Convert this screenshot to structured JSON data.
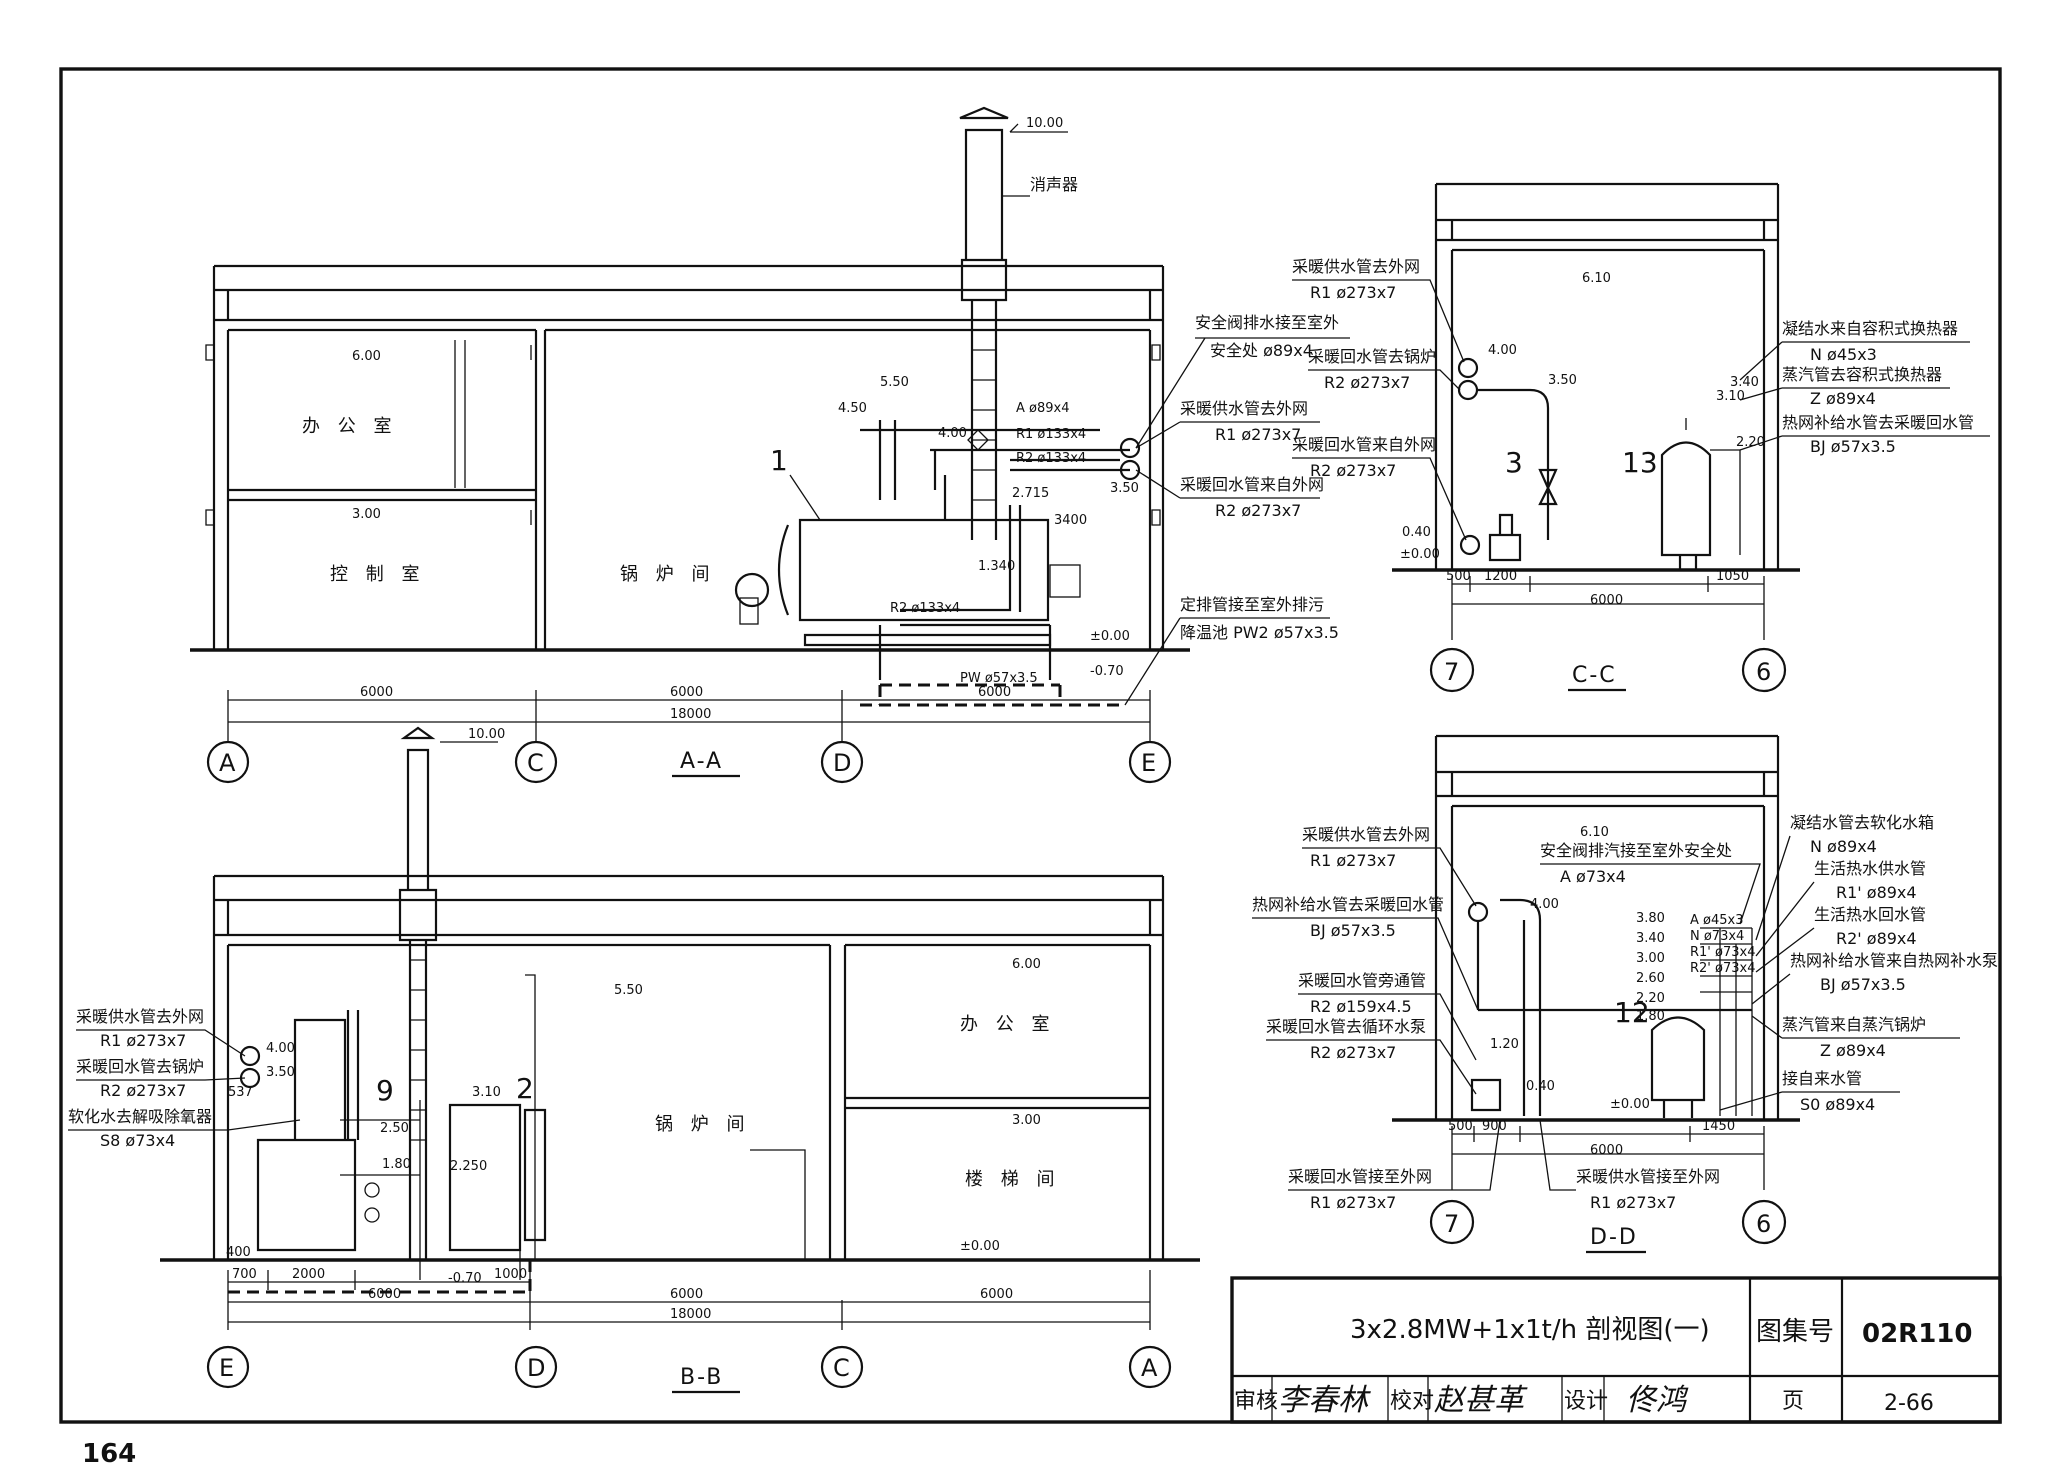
{
  "page_number": "164",
  "title_block": {
    "drawing_title": "3x2.8MW+1x1t/h 剖视图(一)",
    "atlas_label": "图集号",
    "atlas_no": "02R110",
    "review_label": "审核",
    "review_sig": "李春林",
    "check_label": "校对",
    "check_sig": "赵甚革",
    "design_label": "设计",
    "design_sig": "佟鸿",
    "page_label": "页",
    "page_no": "2-66"
  },
  "sections": {
    "aa": {
      "name": "A-A",
      "axes": [
        "A",
        "C",
        "D",
        "E"
      ],
      "rooms": [
        "办 公 室",
        "控 制 室",
        "锅 炉 间"
      ],
      "elev": {
        "chimney_top": "10.00",
        "roof": "6.00",
        "floor2": "3.00",
        "mid": "5.50",
        "pipe1": "4.50",
        "pipe2": "4.00",
        "pipe3": "3.50",
        "boiler": "2.715",
        "base": "1.340",
        "ground": "±0.00",
        "pit": "-0.70"
      },
      "dims": {
        "d1": "6000",
        "d2": "6000",
        "d3": "6000",
        "total": "18000",
        "span": "3400"
      },
      "pipe_labels": {
        "a": "A  ø89x4",
        "r1": "R1  ø133x4",
        "r2": "R2  ø133x4",
        "r2b": "R2  ø133x4",
        "pw": "PW ø57x3.5"
      },
      "silencer": "消声器",
      "item_no": "1",
      "callouts": [
        {
          "t1": "安全阀排水接至室外",
          "t2": "安全处   ø89x4"
        },
        {
          "t1": "采暖供水管去外网",
          "t2": "R1   ø273x7"
        },
        {
          "t1": "采暖回水管来自外网",
          "t2": "R2   ø273x7"
        },
        {
          "t1": "定排管接至室外排污",
          "t2": "降温池 PW2 ø57x3.5"
        }
      ]
    },
    "bb": {
      "name": "B-B",
      "axes": [
        "E",
        "D",
        "C",
        "A"
      ],
      "rooms": [
        "锅 炉 间",
        "办 公 室",
        "楼 梯 间"
      ],
      "elev": {
        "chimney_top": "10.00",
        "mid": "5.50",
        "roof": "6.00",
        "floor2": "3.00",
        "ground": "±0.00",
        "e1": "4.00",
        "e2": "3.50",
        "e3": "537",
        "e4": "3.10",
        "e5": "2.50",
        "e6": "1.80",
        "e7": "2.250",
        "pit": "-0.70",
        "e8": "400"
      },
      "dims": {
        "d700": "700",
        "d2000": "2000",
        "d1000": "1000",
        "d6000a": "6000",
        "d6000b": "6000",
        "d6000c": "6000",
        "total": "18000"
      },
      "item_nos": [
        "9",
        "2"
      ],
      "callouts": [
        {
          "t1": "采暖供水管去外网",
          "t2": "R1   ø273x7"
        },
        {
          "t1": "采暖回水管去锅炉",
          "t2": "R2   ø273x7"
        },
        {
          "t1": "软化水去解吸除氧器",
          "t2": "S8   ø73x4"
        }
      ]
    },
    "cc": {
      "name": "C-C",
      "axes": [
        "7",
        "6"
      ],
      "elev": {
        "roof": "6.10",
        "e1": "4.00",
        "e2": "3.50",
        "e3": "3.40",
        "e4": "3.10",
        "e5": "2.20",
        "e6": "0.40",
        "ground": "±0.00"
      },
      "dims": {
        "d500": "500",
        "d1200": "1200",
        "d1050": "1050",
        "total": "6000"
      },
      "item_nos": [
        "3",
        "13"
      ],
      "callouts": [
        {
          "t1": "采暖供水管去外网",
          "t2": "R1   ø273x7"
        },
        {
          "t1": "采暖回水管去锅炉",
          "t2": "R2   ø273x7"
        },
        {
          "t1": "采暖回水管来自外网",
          "t2": "R2   ø273x7"
        },
        {
          "t1": "凝结水来自容积式换热器",
          "t2": "N    ø45x3"
        },
        {
          "t1": "蒸汽管去容积式换热器",
          "t2": "Z    ø89x4"
        },
        {
          "t1": "热网补给水管去采暖回水管",
          "t2": "BJ   ø57x3.5"
        }
      ]
    },
    "dd": {
      "name": "D-D",
      "axes": [
        "7",
        "6"
      ],
      "elev": {
        "roof": "6.10",
        "e1": "4.00",
        "e2": "3.80",
        "e3": "3.40",
        "e4": "3.00",
        "e5": "2.60",
        "e6": "2.20",
        "e7": "1.80",
        "e8": "1.20",
        "e9": "0.40",
        "ground": "±0.00"
      },
      "dims": {
        "d500": "500",
        "d900": "900",
        "d1450": "1450",
        "total": "6000"
      },
      "item_nos": [
        "12"
      ],
      "tags": [
        "A  ø45x3",
        "N  ø73x4",
        "R1'  ø73x4",
        "R2'  ø73x4"
      ],
      "callouts_left": [
        {
          "t1": "采暖供水管去外网",
          "t2": "R1   ø273x7"
        },
        {
          "t1": "热网补给水管去采暖回水管",
          "t2": "BJ   ø57x3.5"
        },
        {
          "t1": "采暖回水管旁通管",
          "t2": "R2   ø159x4.5"
        },
        {
          "t1": "采暖回水管去循环水泵",
          "t2": "R2   ø273x7"
        },
        {
          "t1": "采暖回水管接至外网",
          "t2": "R1   ø273x7"
        }
      ],
      "callouts_right": [
        {
          "t1": "凝结水管去软化水箱",
          "t2": "N    ø89x4"
        },
        {
          "t1": "安全阀排汽接至室外安全处",
          "t2": "A    ø73x4"
        },
        {
          "t1": "生活热水供水管",
          "t2": "R1'   ø89x4"
        },
        {
          "t1": "生活热水回水管",
          "t2": "R2'   ø89x4"
        },
        {
          "t1": "热网补给水管来自热网补水泵",
          "t2": "BJ   ø57x3.5"
        },
        {
          "t1": "蒸汽管来自蒸汽锅炉",
          "t2": "Z    ø89x4"
        },
        {
          "t1": "接自来水管",
          "t2": "S0   ø89x4"
        },
        {
          "t1": "采暖供水管接至外网",
          "t2": "R1   ø273x7"
        }
      ]
    }
  }
}
